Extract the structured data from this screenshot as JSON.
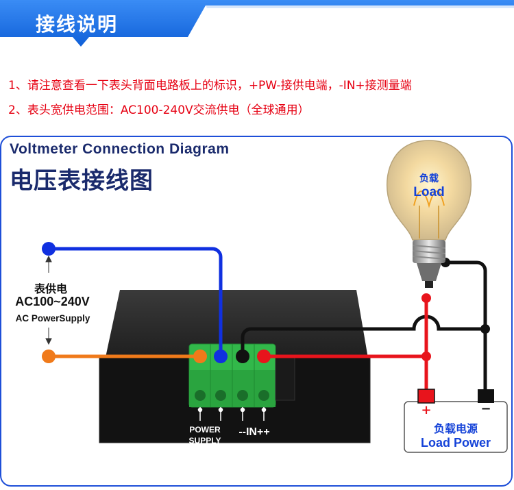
{
  "header": {
    "title": "接线说明",
    "accent_color": "#1e6ee6"
  },
  "notes": [
    "1、请注意查看一下表头背面电路板上的标识，+PW-接供电端，-IN+接测量端",
    "2、表头宽供电范围：AC100-240V交流供电（全球通用）"
  ],
  "diagram": {
    "title_en": "Voltmeter Connection Diagram",
    "title_cn": "电压表接线图",
    "supply_label_cn": "表供电",
    "supply_label_range": "AC100~240V",
    "supply_label_en": "AC PowerSupply",
    "bulb_label_cn": "负载",
    "bulb_label_en": "Load",
    "terminal_label_power": "POWER",
    "terminal_label_supply": "SUPPLY",
    "terminal_label_in": "--IN++",
    "load_power_plus": "+",
    "load_power_minus": "−",
    "load_power_cn": "负载电源",
    "load_power_en": "Load Power",
    "wire_colors": {
      "blue": "#1030e0",
      "orange": "#f07a1a",
      "black": "#111111",
      "red": "#e8141c"
    }
  }
}
